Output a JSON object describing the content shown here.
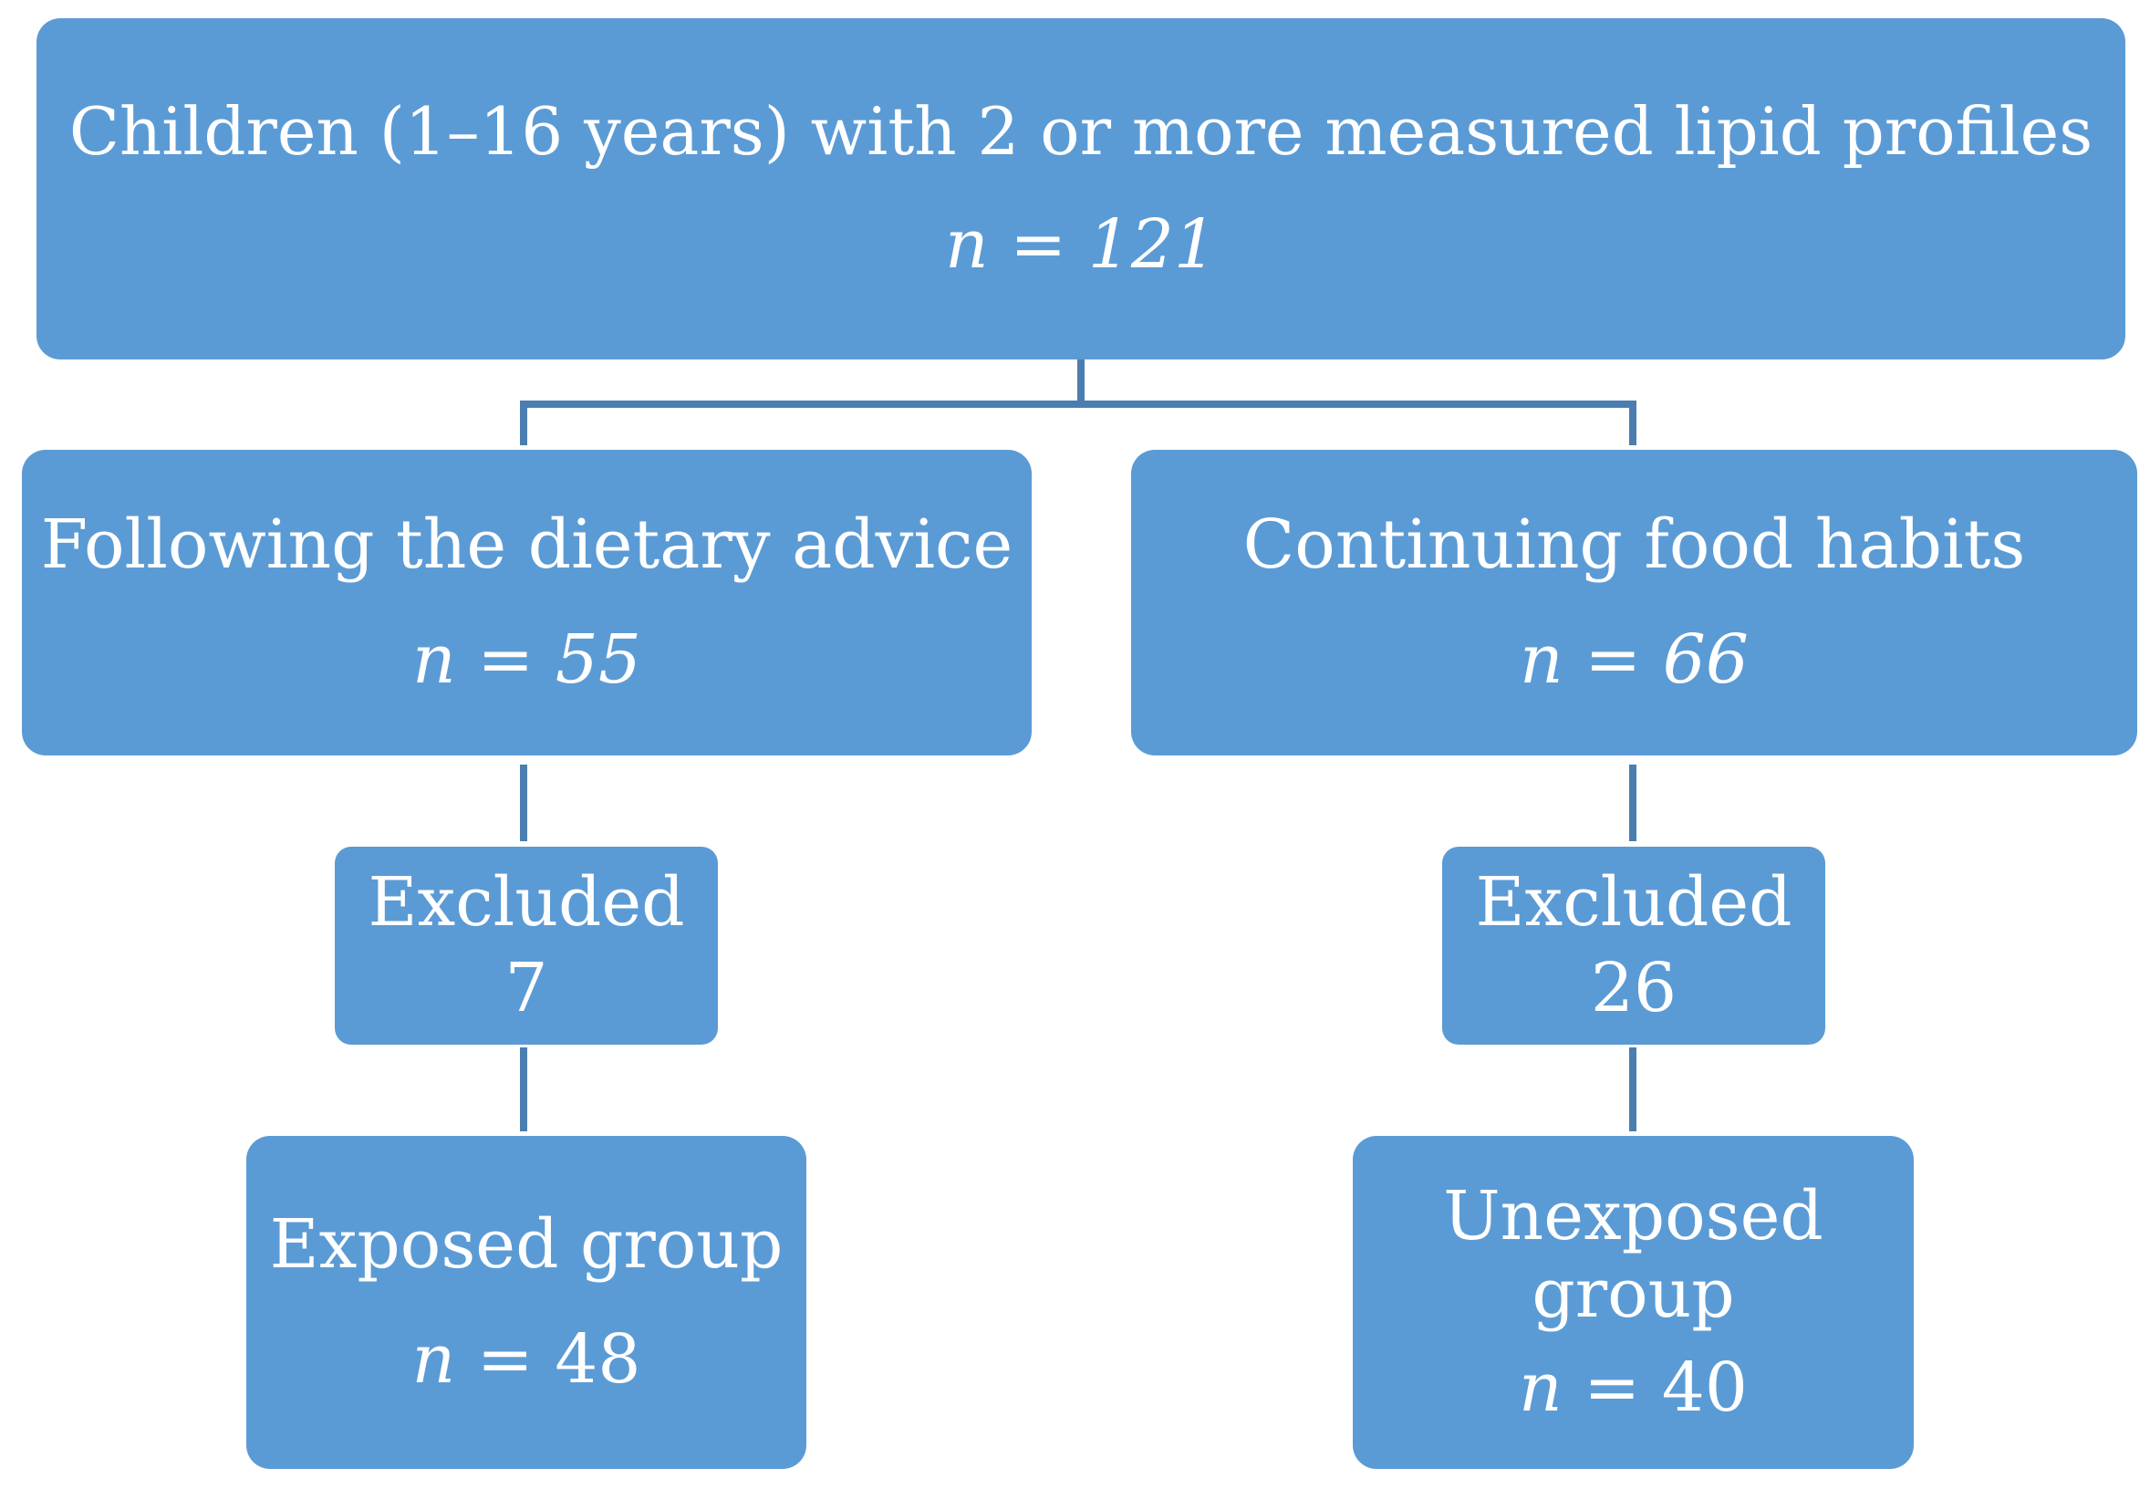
{
  "flowchart": {
    "root": {
      "title": "Children (1–16 years) with 2 or more measured lipid profiles",
      "n_label": "n",
      "n_eq": " = 121"
    },
    "left": {
      "title": "Following the dietary advice",
      "n_label": "n",
      "n_eq": " = 55",
      "excluded_label": "Excluded",
      "excluded_count": "7",
      "final_title": "Exposed group",
      "final_n_label": "n",
      "final_n_eq": " = 48"
    },
    "right": {
      "title": "Continuing food habits",
      "n_label": "n",
      "n_eq": " = 66",
      "excluded_label": "Excluded",
      "excluded_count": "26",
      "final_title": "Unexposed group",
      "final_n_label": "n",
      "final_n_eq": " = 40"
    }
  },
  "colors": {
    "box_fill": "#5b9bd5",
    "connector": "#4a7eb0",
    "text": "#ffffff"
  }
}
